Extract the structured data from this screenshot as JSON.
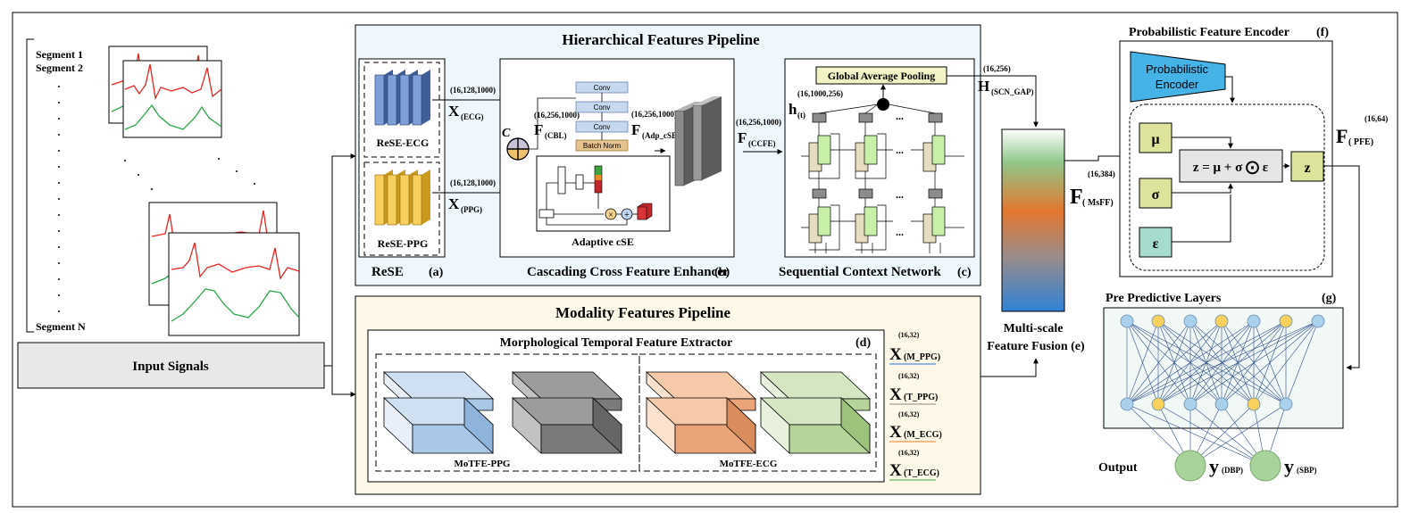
{
  "input": {
    "segments": [
      "Segment 1",
      "Segment 2",
      "Segment N"
    ],
    "box_label": "Input Signals"
  },
  "hfp": {
    "title": "Hierarchical Features Pipeline",
    "rese": {
      "ecg": "ReSE-ECG",
      "ppg": "ReSE-PPG",
      "label": "ReSE",
      "tag": "(a)",
      "x_ecg_dim": "(16,128,1000)",
      "x_ecg_sub": "(ECG)",
      "x_ppg_dim": "(16,128,1000)",
      "x_ppg_sub": "(PPG)"
    },
    "ccfe": {
      "label": "Cascading Cross Feature Enhancer",
      "tag": "(b)",
      "concat": "C",
      "f_cbl_dim": "(16,256,1000)",
      "f_cbl_sub": "(CBL)",
      "conv": [
        "Conv",
        "Conv",
        "Conv"
      ],
      "bn": "Batch Norm",
      "f_adp_dim": "(16,256,1000)",
      "f_adp_sub": "(Adp_cSE)",
      "adaptive": "Adaptive cSE",
      "f_ccfe_dim": "(16,256,1000)",
      "f_ccfe_sub": "(CCFE)"
    },
    "scn": {
      "label": "Sequential Context Network",
      "tag": "(c)",
      "gap": "Global Average Pooling",
      "h_dim": "(16,1000,256)",
      "h_sub": "(t)",
      "dots": "...",
      "gap_dim": "(16,256)",
      "gap_sub": "(SCN_GAP)"
    }
  },
  "mfp": {
    "title": "Modality Features Pipeline",
    "motfe_title": "Morphological Temporal Feature Extractor",
    "tag": "(d)",
    "ppg": "MoTFE-PPG",
    "ecg": "MoTFE-ECG",
    "outputs": [
      {
        "dim": "(16,32)",
        "sub": "(M_PPG)",
        "color": "#2b6fd6"
      },
      {
        "dim": "(16,32)",
        "sub": "(T_PPG)",
        "color": "#8a8a8a"
      },
      {
        "dim": "(16,32)",
        "sub": "(M_ECG)",
        "color": "#ef7d22"
      },
      {
        "dim": "(16,32)",
        "sub": "(T_ECG)",
        "color": "#3fa63f"
      }
    ]
  },
  "msff": {
    "label1": "Multi-scale",
    "label2": "Feature Fusion (e)",
    "dim": "(16,384)",
    "sub": "( MsFF)"
  },
  "pfe": {
    "title": "Probabilistic Feature Encoder",
    "tag": "(f)",
    "enc1": "Probabilistic",
    "enc2": "Encoder",
    "mu": "μ",
    "sigma": "σ",
    "eps": "ε",
    "eq": "z = μ + σ ⨀ ε",
    "z": "z",
    "out_dim": "(16,64)",
    "out_sub": "( PFE)"
  },
  "ppl": {
    "title": "Pre Predictive Layers",
    "tag": "(g)",
    "output_label": "Output",
    "dbp_sub": "(DBP)",
    "sbp_sub": "(SBP)"
  },
  "symbols": {
    "X": "X",
    "F": "F",
    "H": "H",
    "h": "h",
    "y": "y"
  },
  "colors": {
    "hfp_bg": "#eef7fb",
    "mfp_bg": "#fdf8e7",
    "ppl_bg": "#f1f8f6",
    "ecg_block": "#7c9fd8",
    "ppg_block": "#f7cf5c",
    "encoder": "#46b3e6",
    "param_box": "#dde39a",
    "eps_box": "#a6dccd",
    "blue_node": "#a9d1ec",
    "yellow_node": "#f7d15b",
    "out_node": "#a8d39a",
    "ecg_wave": "#e8231f",
    "ppg_wave": "#2aa84a"
  }
}
